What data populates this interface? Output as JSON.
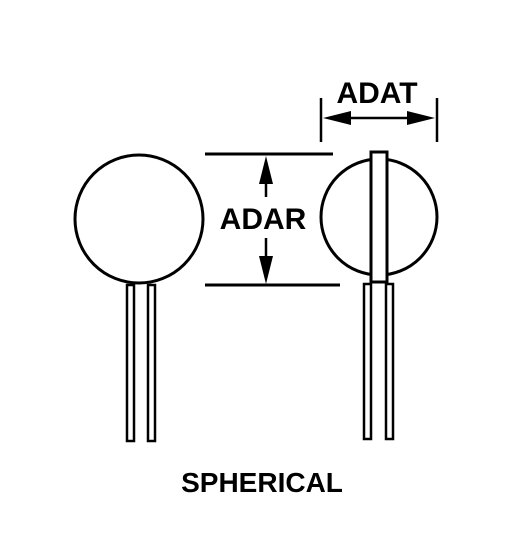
{
  "diagram": {
    "caption": "SPHERICAL",
    "dimensions": {
      "diameter_label": "ADAR",
      "thickness_label": "ADAT"
    },
    "views": [
      "front",
      "side"
    ],
    "colors": {
      "stroke": "#000000",
      "background": "#ffffff"
    }
  }
}
